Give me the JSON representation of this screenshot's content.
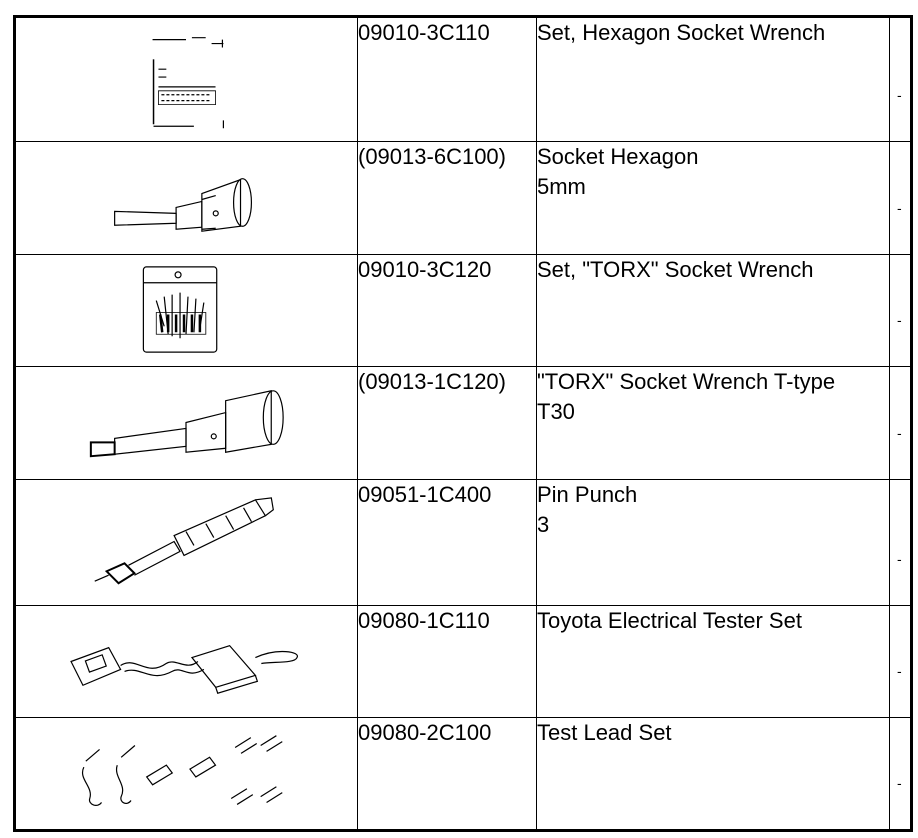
{
  "rows": [
    {
      "part_no": "09010-3C110",
      "name": "Set, Hexagon Socket Wrench",
      "name2": "",
      "icon": "hex-socket-wrench-set-icon"
    },
    {
      "part_no": "(09013-6C100)",
      "name": "Socket Hexagon",
      "name2": "5mm",
      "icon": "hex-socket-icon"
    },
    {
      "part_no": "09010-3C120",
      "name": "Set, \"TORX\" Socket Wrench",
      "name2": "",
      "icon": "torx-socket-wrench-set-icon"
    },
    {
      "part_no": "(09013-1C120)",
      "name": "\"TORX\" Socket Wrench T-type",
      "name2": "T30",
      "icon": "torx-socket-icon"
    },
    {
      "part_no": "09051-1C400",
      "name": "Pin Punch",
      "name2": "3",
      "icon": "pin-punch-icon"
    },
    {
      "part_no": "09080-1C110",
      "name": "Toyota Electrical Tester Set",
      "name2": "",
      "icon": "electrical-tester-set-icon"
    },
    {
      "part_no": "09080-2C100",
      "name": "Test Lead Set",
      "name2": "",
      "icon": "test-lead-set-icon"
    }
  ],
  "row_mark": "-"
}
